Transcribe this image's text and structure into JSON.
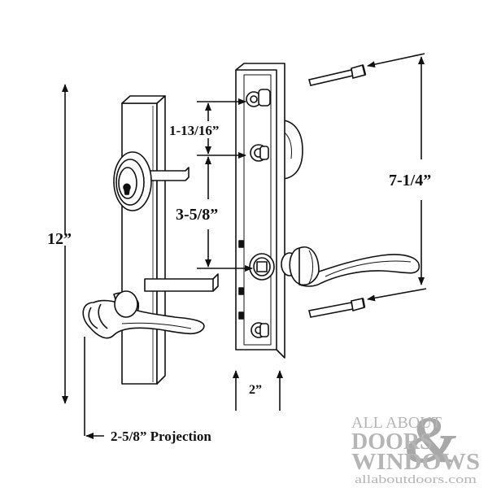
{
  "dimensions": {
    "overall_height": "12”",
    "projection": "2-5/8” Projection",
    "top_spacing": "1-13/16”",
    "mid_spacing": "3-5/8”",
    "screw_spacing": "7-1/4”",
    "plate_depth": "2”"
  },
  "logo": {
    "line1": "ALL ABOUT",
    "line2": "DOORS",
    "ampersand": "&",
    "line3": "WINDOWS",
    "url": "allaboutdoors.com"
  },
  "colors": {
    "line": "#111111",
    "logo_text": "#b5b5b5",
    "logo_ampersand": "#9a9a9a"
  }
}
